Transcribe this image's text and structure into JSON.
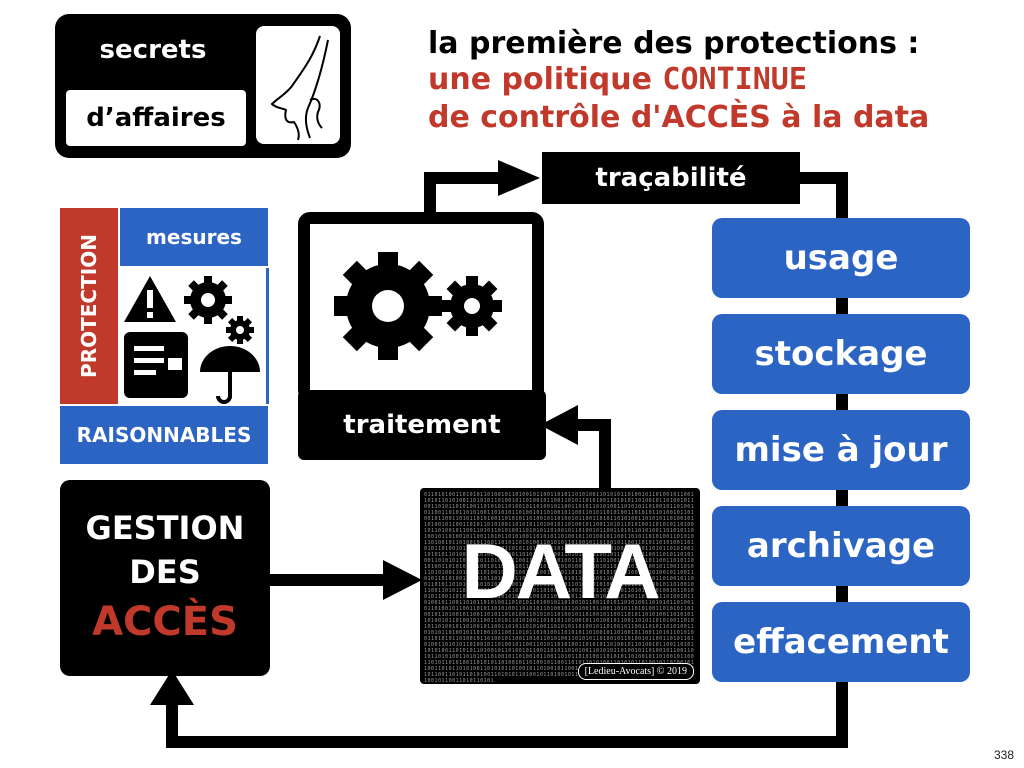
{
  "badge": {
    "line1": "secrets",
    "line2": "d’affaires"
  },
  "title": {
    "line1": "la première des protections :",
    "line2_a": "une politique ",
    "line2_b": "CONTINUE",
    "line3": "de contrôle d'ACCÈS à la data"
  },
  "protection_box": {
    "side_label": "PROTECTION",
    "top_label": "mesures",
    "bottom_label": "RAISONNABLES"
  },
  "process": {
    "traitement": "traitement",
    "tracabilite": "traçabilité"
  },
  "lifecycle": [
    "usage",
    "stockage",
    "mise à jour",
    "archivage",
    "effacement"
  ],
  "gestion": {
    "line1": "GESTION",
    "line2": "DES",
    "line3": "ACCÈS"
  },
  "data_box": {
    "label": "DATA",
    "copyright": "[Ledieu-Avocats] © 2019"
  },
  "page_number": "338",
  "colors": {
    "red": "#c0392b",
    "blue": "#2c64c4",
    "black": "#000000"
  }
}
